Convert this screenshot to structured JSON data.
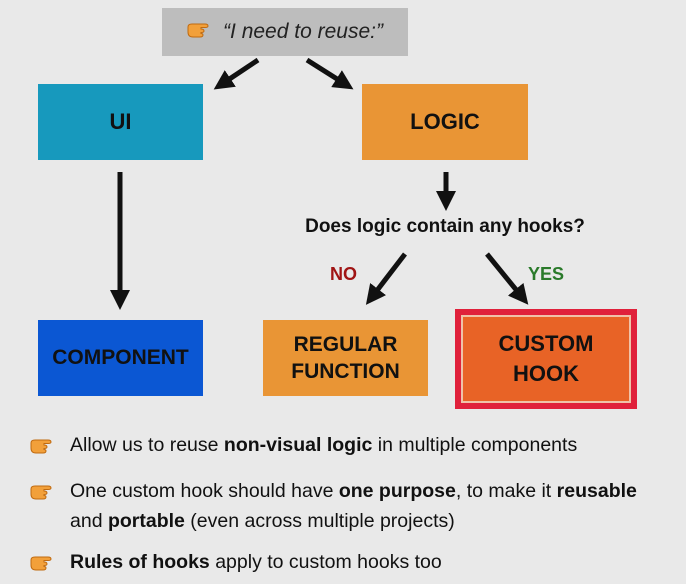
{
  "top_note": {
    "text": "“I need to reuse:”",
    "icon": "pointing-hand-icon"
  },
  "boxes": {
    "ui": "UI",
    "logic": "LOGIC",
    "component": "COMPONENT",
    "regular_line1": "REGULAR",
    "regular_line2": "FUNCTION",
    "custom_line1": "CUSTOM",
    "custom_line2": "HOOK"
  },
  "question": {
    "before": "Does logic contain any ",
    "bold": "hooks",
    "after": "?"
  },
  "branch_labels": {
    "no": "NO",
    "yes": "YES"
  },
  "bullets": [
    {
      "parts": [
        {
          "t": "Allow us to reuse ",
          "b": false
        },
        {
          "t": "non-visual logic",
          "b": true
        },
        {
          "t": " in multiple components",
          "b": false
        }
      ]
    },
    {
      "parts": [
        {
          "t": "One custom hook should have ",
          "b": false
        },
        {
          "t": "one purpose",
          "b": true
        },
        {
          "t": ", to make it ",
          "b": false
        },
        {
          "t": "reusable",
          "b": true
        },
        {
          "t": " and ",
          "b": false
        },
        {
          "t": "portable",
          "b": true
        },
        {
          "t": " (even across multiple projects)",
          "b": false
        }
      ]
    },
    {
      "parts": [
        {
          "t": "Rules of hooks",
          "b": true
        },
        {
          "t": " apply to custom hooks too",
          "b": false
        }
      ]
    }
  ],
  "colors": {
    "ui": "#1799bd",
    "logic": "#e99535",
    "component": "#0b57d3",
    "custom": "#e86326",
    "custom_border": "#e0213b",
    "no": "#a01414",
    "yes": "#2a7a2a"
  }
}
